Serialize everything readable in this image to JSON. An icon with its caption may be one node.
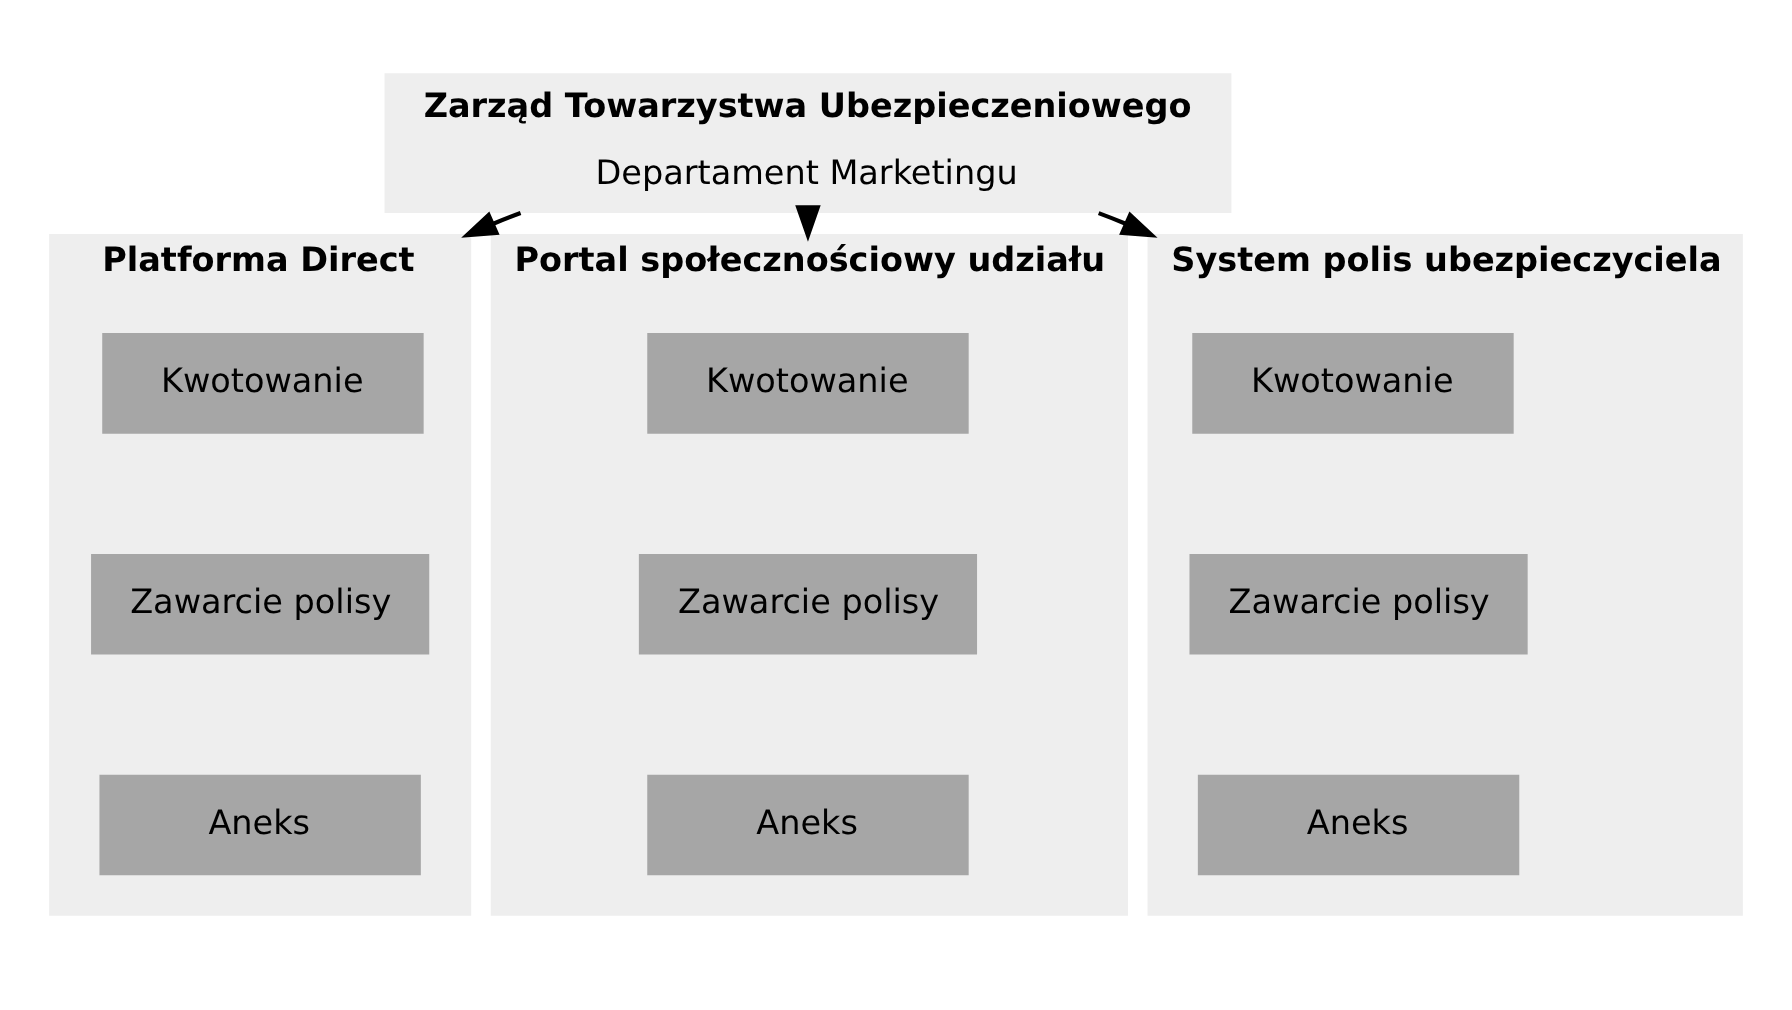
{
  "diagram": {
    "nodes": [
      {
        "text": [
          "Zarząd Towarzystwa Ubezpieczeniowego",
          "Departament Marketingu"
        ]
      },
      {
        "text": [
          "Platforma Direct"
        ]
      },
      {
        "text": [
          "Kwotowanie"
        ],
        "in": 1
      },
      {
        "text": [
          "Zawarcie polisy"
        ],
        "in": 1
      },
      {
        "text": [
          "Aneks"
        ],
        "in": 1
      },
      {
        "text": [
          "Portal społecznościowy udziału"
        ]
      },
      {
        "text": [
          "Kwotowanie"
        ],
        "in": 5
      },
      {
        "text": [
          "Zawarcie polisy"
        ],
        "in": 5
      },
      {
        "text": [
          "Aneks"
        ],
        "in": 5
      },
      {
        "text": [
          "System polis ubezpieczyciela"
        ]
      },
      {
        "text": [
          "Kwotowanie"
        ],
        "in": 9
      },
      {
        "text": [
          "Zawarcie polisy"
        ],
        "in": 9
      },
      {
        "text": [
          "Aneks"
        ],
        "in": 9
      }
    ],
    "edges": [
      {
        "from": 0,
        "to": 1,
        "arrow": "to"
      },
      {
        "from": 0,
        "to": 5,
        "arrow": "to"
      },
      {
        "from": 0,
        "to": 9,
        "arrow": "to"
      }
    ]
  }
}
